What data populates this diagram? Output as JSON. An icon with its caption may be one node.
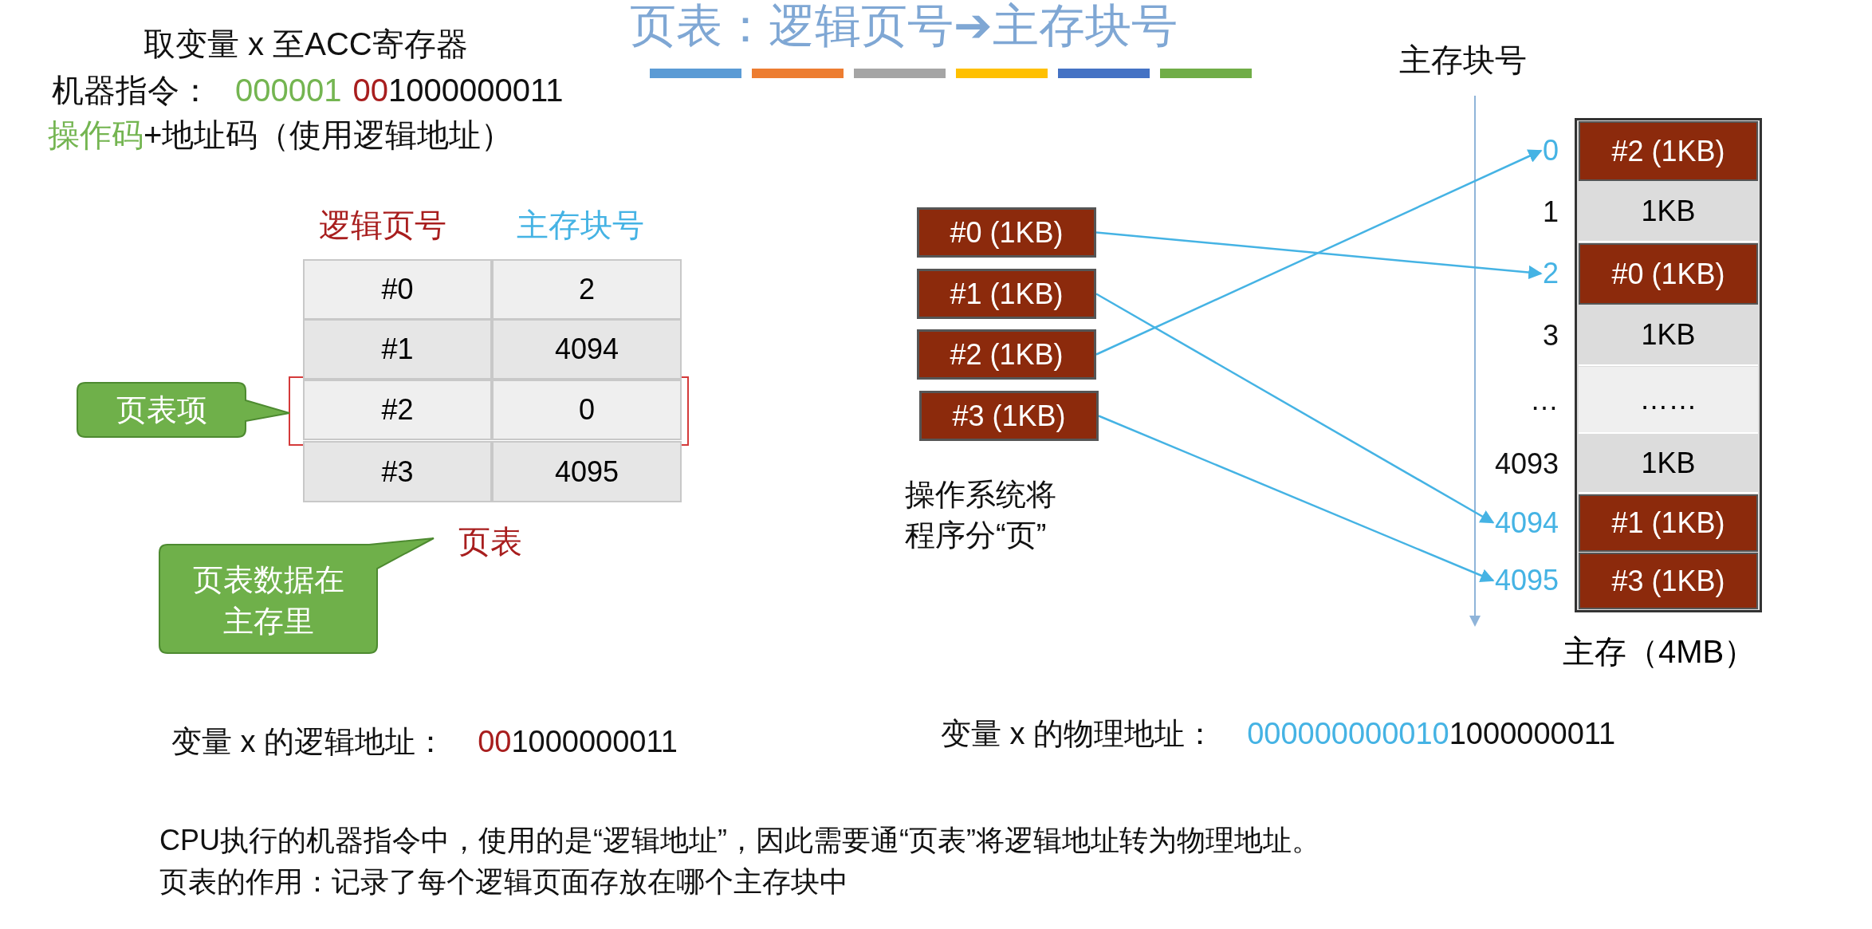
{
  "diagram": {
    "title": "页表：逻辑页号➔主存块号",
    "nodes": [
      {
        "text": [
          "#0 (1KB)"
        ]
      },
      {
        "text": [
          "#1 (1KB)"
        ]
      },
      {
        "text": [
          "#2 (1KB)"
        ]
      },
      {
        "text": [
          "#3 (1KB)"
        ]
      },
      {
        "text": [
          "主存（4MB）"
        ]
      },
      {
        "text": [
          "#2 (1KB)"
        ],
        "in": 4
      },
      {
        "text": [
          "1KB"
        ],
        "in": 4
      },
      {
        "text": [
          "#0 (1KB)"
        ],
        "in": 4
      },
      {
        "text": [
          "1KB"
        ],
        "in": 4
      },
      {
        "text": [
          "……"
        ],
        "in": 4
      },
      {
        "text": [
          "1KB"
        ],
        "in": 4
      },
      {
        "text": [
          "#1 (1KB)"
        ],
        "in": 4
      },
      {
        "text": [
          "#3 (1KB)"
        ],
        "in": 4
      },
      {
        "text": [
          "0"
        ]
      },
      {
        "text": [
          "1"
        ]
      },
      {
        "text": [
          "2"
        ]
      },
      {
        "text": [
          "3"
        ]
      },
      {
        "text": [
          "…"
        ]
      },
      {
        "text": [
          "4093"
        ]
      },
      {
        "text": [
          "4094"
        ]
      },
      {
        "text": [
          "4095"
        ]
      },
      {
        "text": [
          "页表项"
        ]
      },
      {
        "text": [
          "页表数据在主存里"
        ]
      }
    ],
    "edges": [
      {
        "from": 0,
        "to": 15,
        "arrow": "to"
      },
      {
        "from": 1,
        "to": 19,
        "arrow": "to"
      },
      {
        "from": 2,
        "to": 13,
        "arrow": "to"
      },
      {
        "from": 3,
        "to": 20,
        "arrow": "to"
      }
    ],
    "labels": [
      "取变量 x 至ACC寄存器",
      "机器指令：",
      "000001",
      "00",
      "1000000011",
      "操作码",
      "+地址码（使用逻辑地址）",
      "主存块号",
      "逻辑页号",
      "主存块号",
      "#0",
      "2",
      "#1",
      "4094",
      "#2",
      "0",
      "#3",
      "4095",
      "操作系统将程序分“页”",
      "页表",
      "变量 x 的逻辑地址：",
      "00",
      "1000000011",
      "变量 x 的物理地址：",
      "000000000010",
      "1000000011",
      "CPU执行的机器指令中，使用的是“逻辑地址”，因此需要通“页表”将逻辑地址转为物理地址。",
      "页表的作用：记录了每个逻辑页面存放在哪个主存块中"
    ]
  }
}
